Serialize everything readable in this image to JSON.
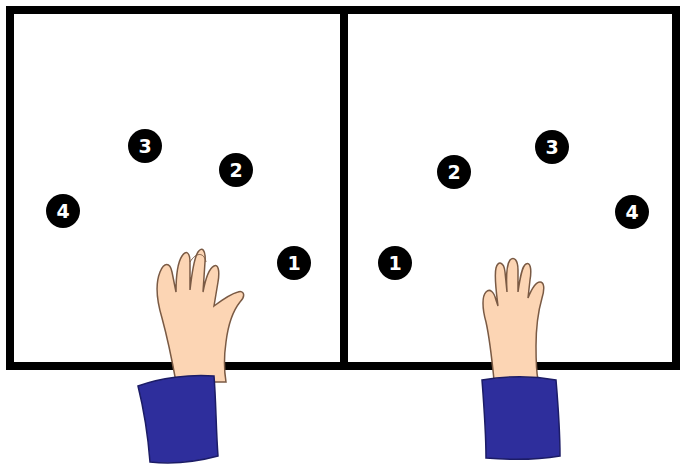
{
  "diagram": {
    "nodes": [
      {
        "text": [
          "3"
        ]
      },
      {
        "text": [
          "2"
        ]
      },
      {
        "text": [
          "4"
        ]
      },
      {
        "text": [
          "1"
        ]
      },
      {
        "text": [
          "2"
        ]
      },
      {
        "text": [
          "3"
        ]
      },
      {
        "text": [
          "4"
        ]
      },
      {
        "text": [
          "1"
        ]
      }
    ]
  }
}
